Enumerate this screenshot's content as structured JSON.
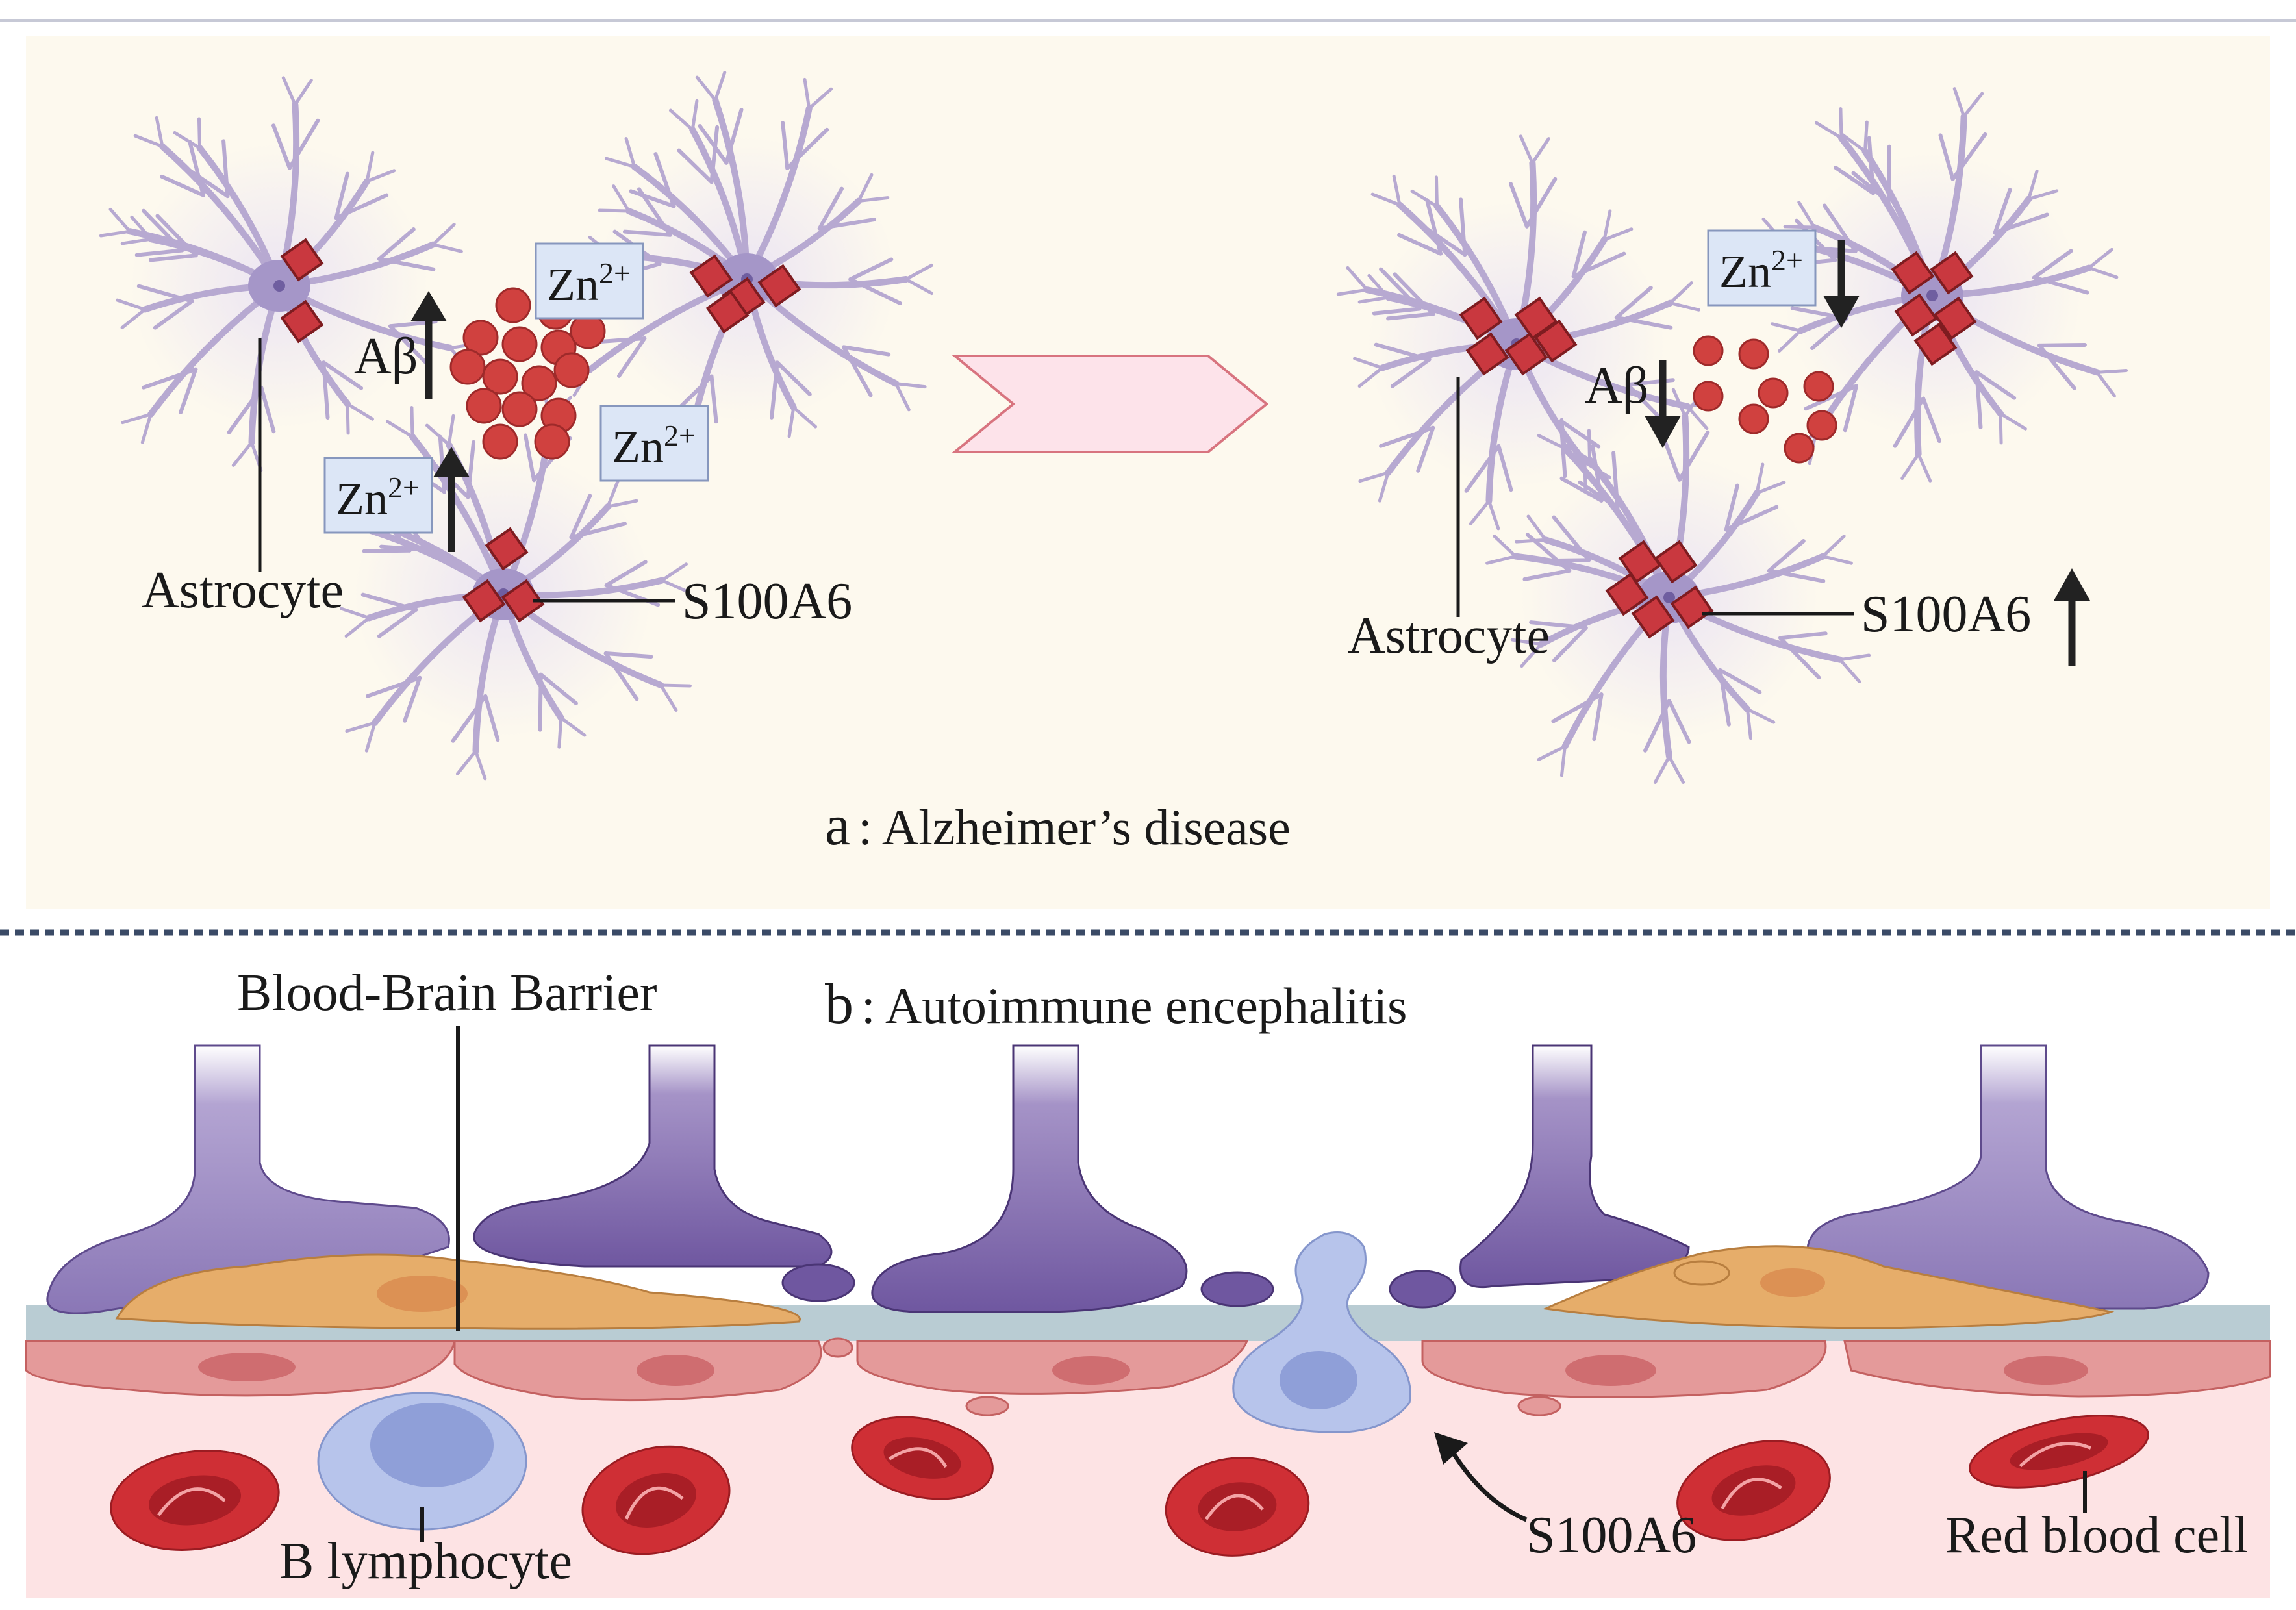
{
  "panel_a": {
    "title_letter": "a",
    "title_rest": ": Alzheimer’s disease",
    "left": {
      "astrocyte_label": "Astrocyte",
      "s100a6_label": "S100A6",
      "abeta_label": "Aβ",
      "abeta_trend": "up",
      "zn_trend": "up",
      "zn_boxes": [
        {
          "base": "Zn",
          "sup": "2+"
        },
        {
          "base": "Zn",
          "sup": "2+"
        },
        {
          "base": "Zn",
          "sup": "2+"
        }
      ]
    },
    "right": {
      "astrocyte_label": "Astrocyte",
      "s100a6_label": "S100A6",
      "s100a6_trend": "up",
      "abeta_label": "Aβ",
      "abeta_trend": "down",
      "zn_trend": "down",
      "zn_boxes": [
        {
          "base": "Zn",
          "sup": "2+"
        }
      ]
    },
    "transition_icon": "chevron-arrow-icon"
  },
  "panel_b": {
    "title_letter": "b",
    "title_rest": ": Autoimmune encephalitis",
    "bbb_label": "Blood-Brain Barrier",
    "b_lymphocyte_label": "B lymphocyte",
    "s100a6_label": "S100A6",
    "rbc_label": "Red blood cell"
  },
  "colors": {
    "panel_a_bg": "#fdf9ee",
    "astrocyte": "#b7a9d1",
    "astrocyte_glow": "#ece6f5",
    "s100a6_marker": "#c9383f",
    "amyloid": "#d0413f",
    "zn_box": "#dce6f6",
    "endfoot": "#6f57a0",
    "pericyte": "#e6ad6a",
    "endothelium": "#e49a9a",
    "blood": "#fde3e4",
    "rbc": "#cf2f35",
    "lymphocyte": "#a9b7e6"
  }
}
